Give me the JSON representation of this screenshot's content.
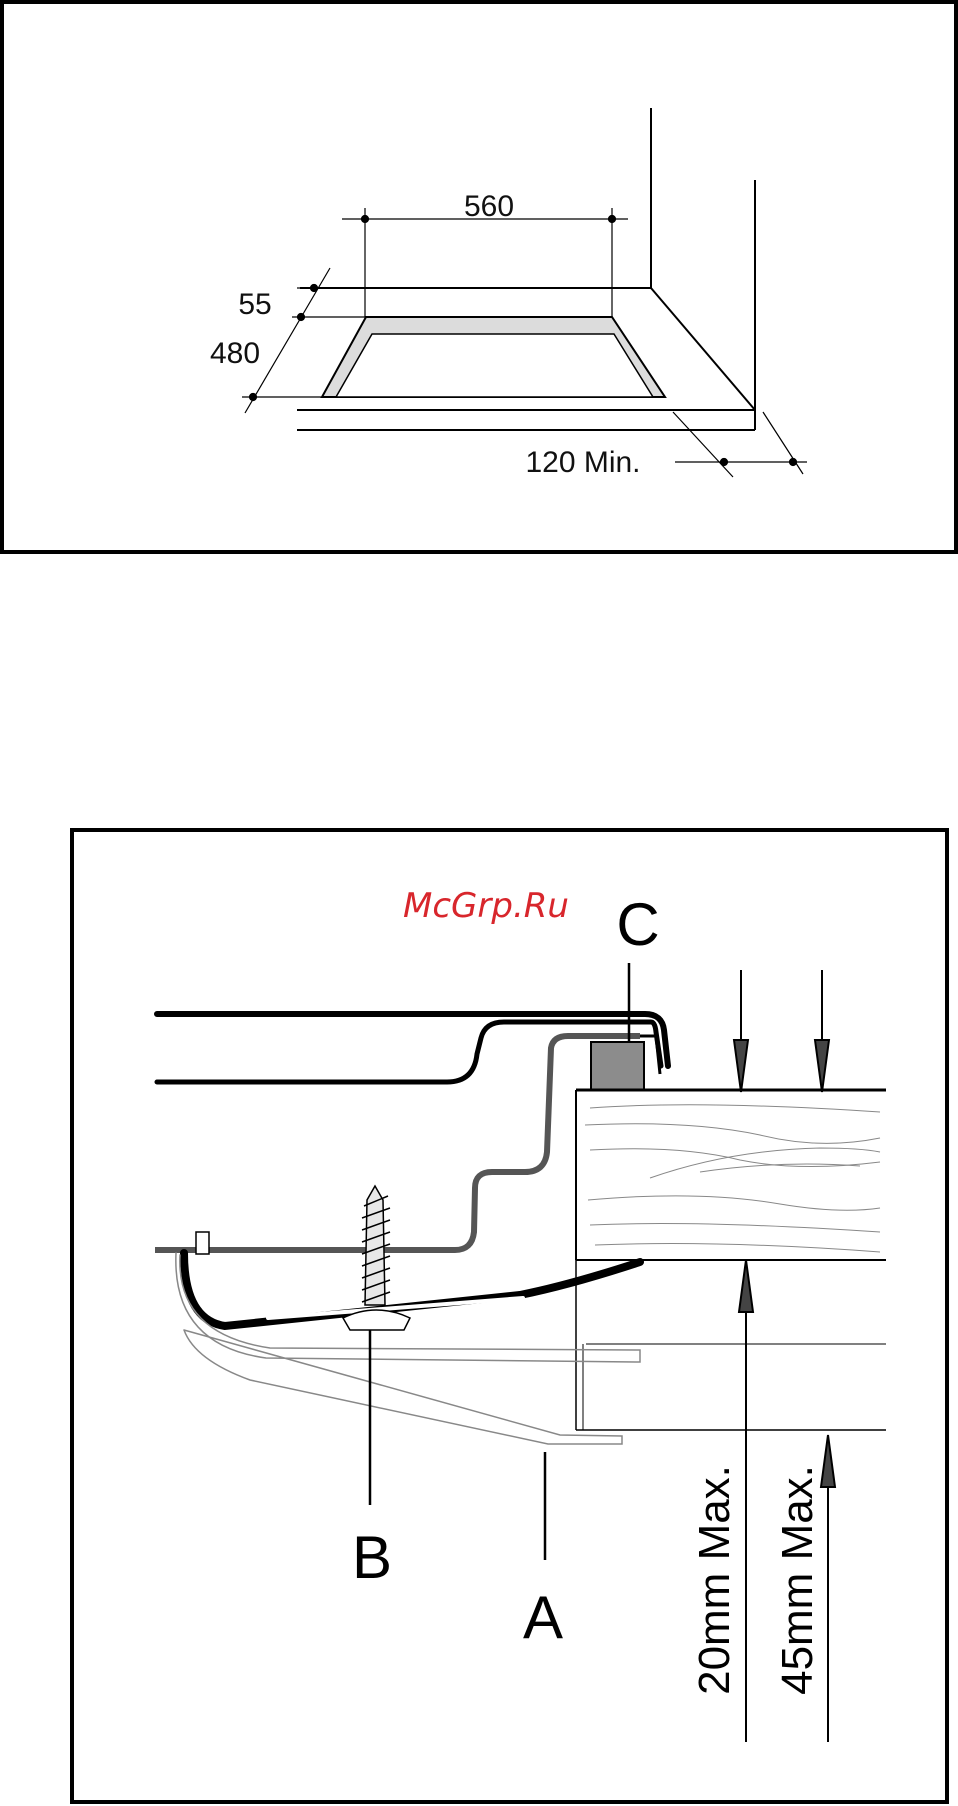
{
  "figure1": {
    "dim_width": "560",
    "dim_front": "55",
    "dim_depth": "480",
    "dim_clearance": "120 Min."
  },
  "figure2": {
    "watermark": "McGrp.Ru",
    "label_a": "A",
    "label_b": "B",
    "label_c": "C",
    "thickness_20": "20mm Max.",
    "thickness_45": "45mm Max."
  }
}
